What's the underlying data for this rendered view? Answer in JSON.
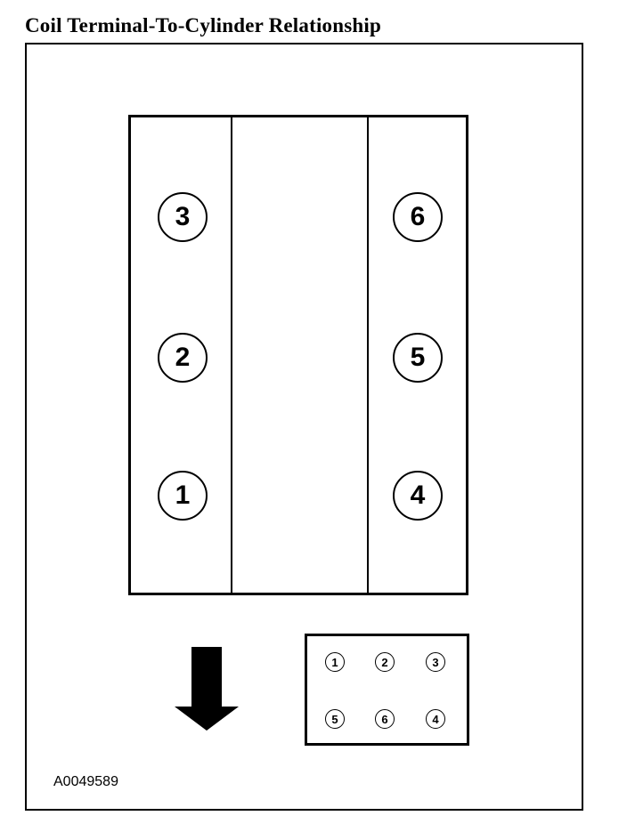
{
  "title": "Coil Terminal-To-Cylinder Relationship",
  "engine": {
    "left_bank": [
      "3",
      "2",
      "1"
    ],
    "right_bank": [
      "6",
      "5",
      "4"
    ]
  },
  "coil_pack": {
    "top_row": [
      "1",
      "2",
      "3"
    ],
    "bottom_row": [
      "5",
      "6",
      "4"
    ]
  },
  "arrow_icon": "arrow-down-icon",
  "figure_id": "A0049589"
}
